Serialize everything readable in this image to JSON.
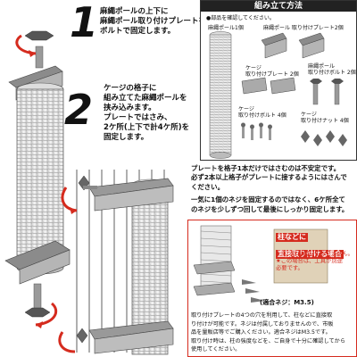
{
  "steps": [
    {
      "number": "1",
      "lines": [
        "麻繩ポールの上下に",
        "麻繩ポール取り付けプレートを",
        "ボルトで固定します。"
      ]
    },
    {
      "number": "2",
      "lines": [
        "ケージの格子に",
        "組み立てた麻繩ポールを",
        "挟み込みます。",
        "プレートではさみ、",
        "2ケ所(上下で計4ケ所)を",
        "固定します。"
      ]
    }
  ],
  "parts": {
    "title": "組み立て方法",
    "check_label": "●部品を確認してください。",
    "items": [
      {
        "label": "麻繩ポール1個"
      },
      {
        "label": "麻繩ポール 取り付けプレート2個"
      },
      {
        "label": "ケージ\n取り付けプレート 2個"
      },
      {
        "label": "麻繩ポール\n取り付けボルト 2個"
      },
      {
        "label": "ケージ\n取り付けボルト 4個"
      },
      {
        "label": "ケージ\n取り付けナット 4個"
      }
    ]
  },
  "warning_lines": [
    "プレートを格子1本だけではさむのは不安定です。",
    "必ず2本以上格子がプレートに接するようにはさんで",
    "ください。",
    "一気に1個のネジを固定するのではなく、6ケ所全て",
    "のネジを少しずつ回して最後にしっかり固定します。"
  ],
  "direct_mount": {
    "title_line1": "柱などに",
    "title_line2": "直接取り付ける場合",
    "notes": [
      "★ネジは付属しておりません。",
      "★この場合は、工具が別途",
      "必要です。"
    ],
    "screw_label": "(適合ネジ：M3.5)",
    "bottom_lines": [
      "取り付けプレートの4つの穴を利用して、柱などに直接取",
      "り付けが可能です。ネジは付属しておりませんので、市販",
      "品を量販店等でご購入ください。適合ネジはM3.5です。",
      "取り付け時は、柱の強度などを、ご自身で十分に確認してから",
      "使用してください。"
    ]
  },
  "colors": {
    "accent_red": "#d52b1e",
    "metal": "#9b9b9b",
    "dark": "#222222"
  }
}
